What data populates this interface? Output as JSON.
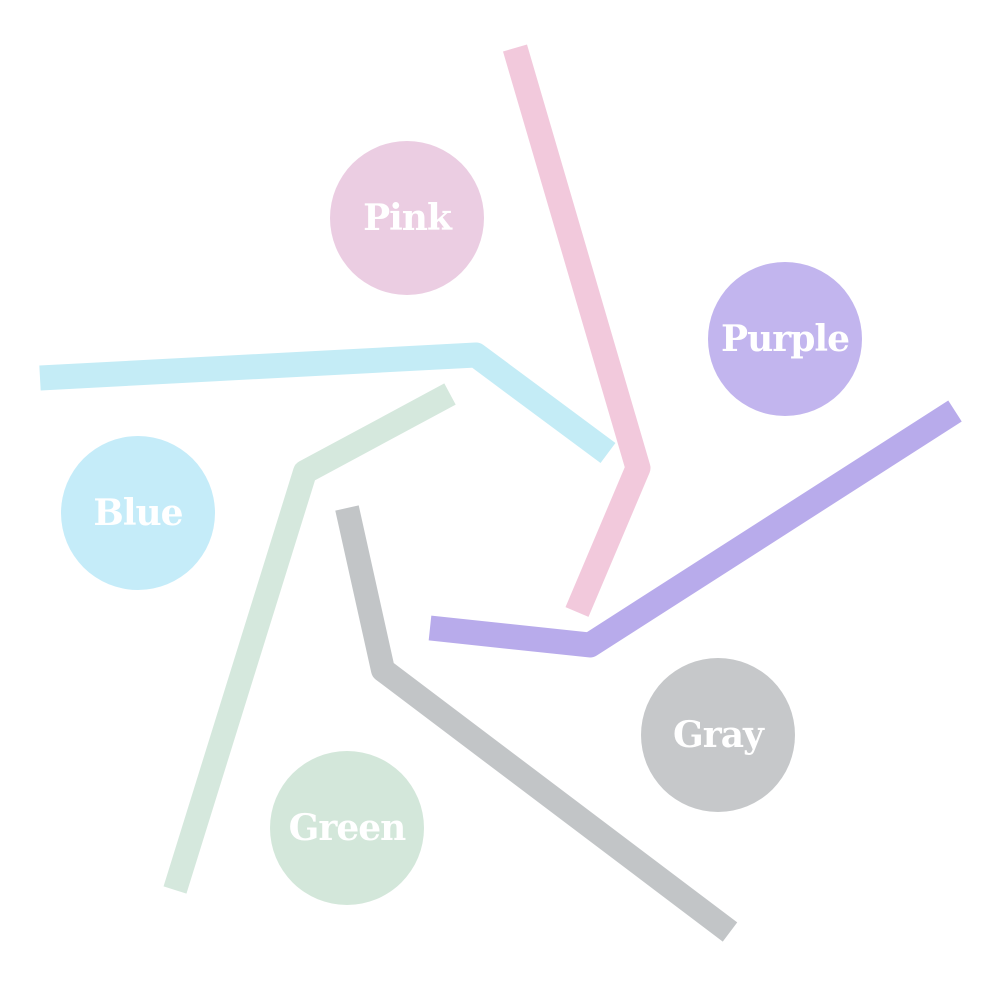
{
  "swatches": [
    {
      "key": "pink",
      "label": "Pink",
      "color": "#ebcde2"
    },
    {
      "key": "purple",
      "label": "Purple",
      "color": "#c2b5ee"
    },
    {
      "key": "blue",
      "label": "Blue",
      "color": "#c5ecf9"
    },
    {
      "key": "gray",
      "label": "Gray",
      "color": "#c6c8ca"
    },
    {
      "key": "green",
      "label": "Green",
      "color": "#d3e7da"
    }
  ],
  "straw_colors": {
    "pink": "#f2c9dc",
    "purple": "#b8abeb",
    "blue": "#c4ecf6",
    "gray": "#c2c5c7",
    "green": "#d5e8dd"
  }
}
